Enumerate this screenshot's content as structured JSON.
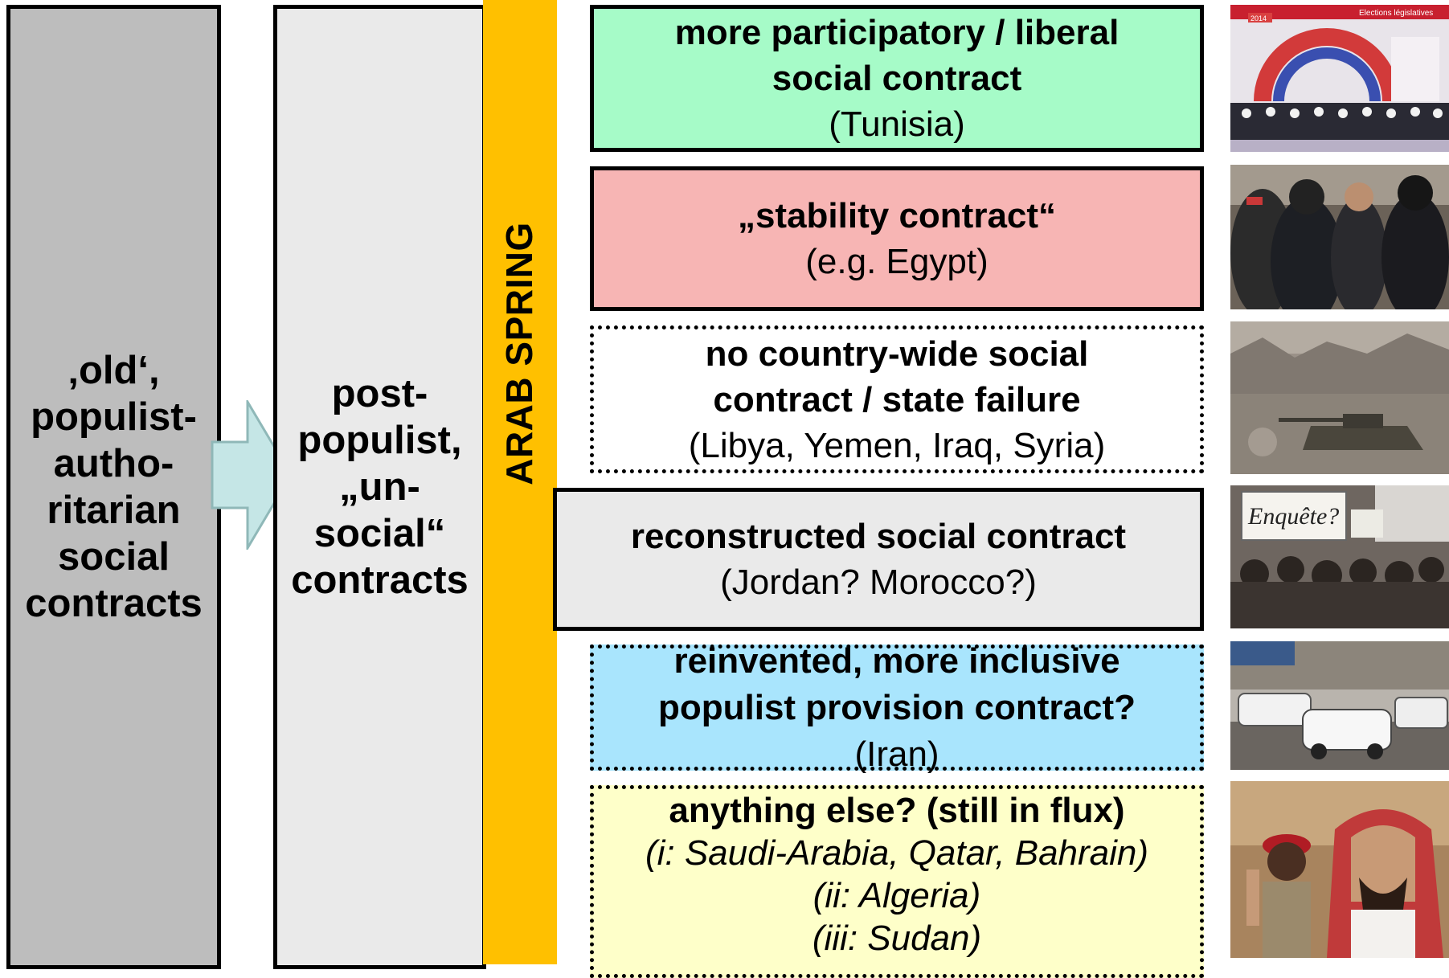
{
  "columns": {
    "old": [
      "‚old‘,",
      "populist-",
      "autho-",
      "ritarian",
      "social",
      "contracts"
    ],
    "post": [
      "post-",
      "populist,",
      "„un-",
      "social“",
      "contracts"
    ]
  },
  "arab_spring": "ARAB SPRING",
  "boxes": {
    "tunisia": {
      "line1": "more participatory / liberal",
      "line2": "social contract",
      "country": "(Tunisia)",
      "color": "#a6fbc8"
    },
    "egypt": {
      "title": "„stability contract“",
      "country": "(e.g. Egypt)",
      "color": "#f7b5b4"
    },
    "failure": {
      "line1": "no country-wide social",
      "line2": "contract / state failure",
      "countries": "(Libya, Yemen, Iraq, Syria)"
    },
    "recon": {
      "title": "reconstructed social contract",
      "countries": "(Jordan? Morocco?)",
      "color": "#eaeaea"
    },
    "iran": {
      "line1": "reinvented, more inclusive",
      "line2": "populist provision contract?",
      "country": "(Iran)",
      "color": "#a9e5fd"
    },
    "flux": {
      "title": "anything else? (still in flux)",
      "i": "(i: Saudi-Arabia, Qatar, Bahrain)",
      "ii": "(ii: Algeria)",
      "iii": "(iii: Sudan)",
      "color": "#feffc9"
    }
  },
  "photos": {
    "tunisia": {
      "header": "Elections législatives",
      "year": "2014"
    },
    "morocco": {
      "sign": "Enquête?"
    }
  },
  "colors": {
    "arab_spring_bar": "#ffc000",
    "arrow_fill": "#c5e6e6",
    "arrow_stroke": "#8fb8b8"
  }
}
